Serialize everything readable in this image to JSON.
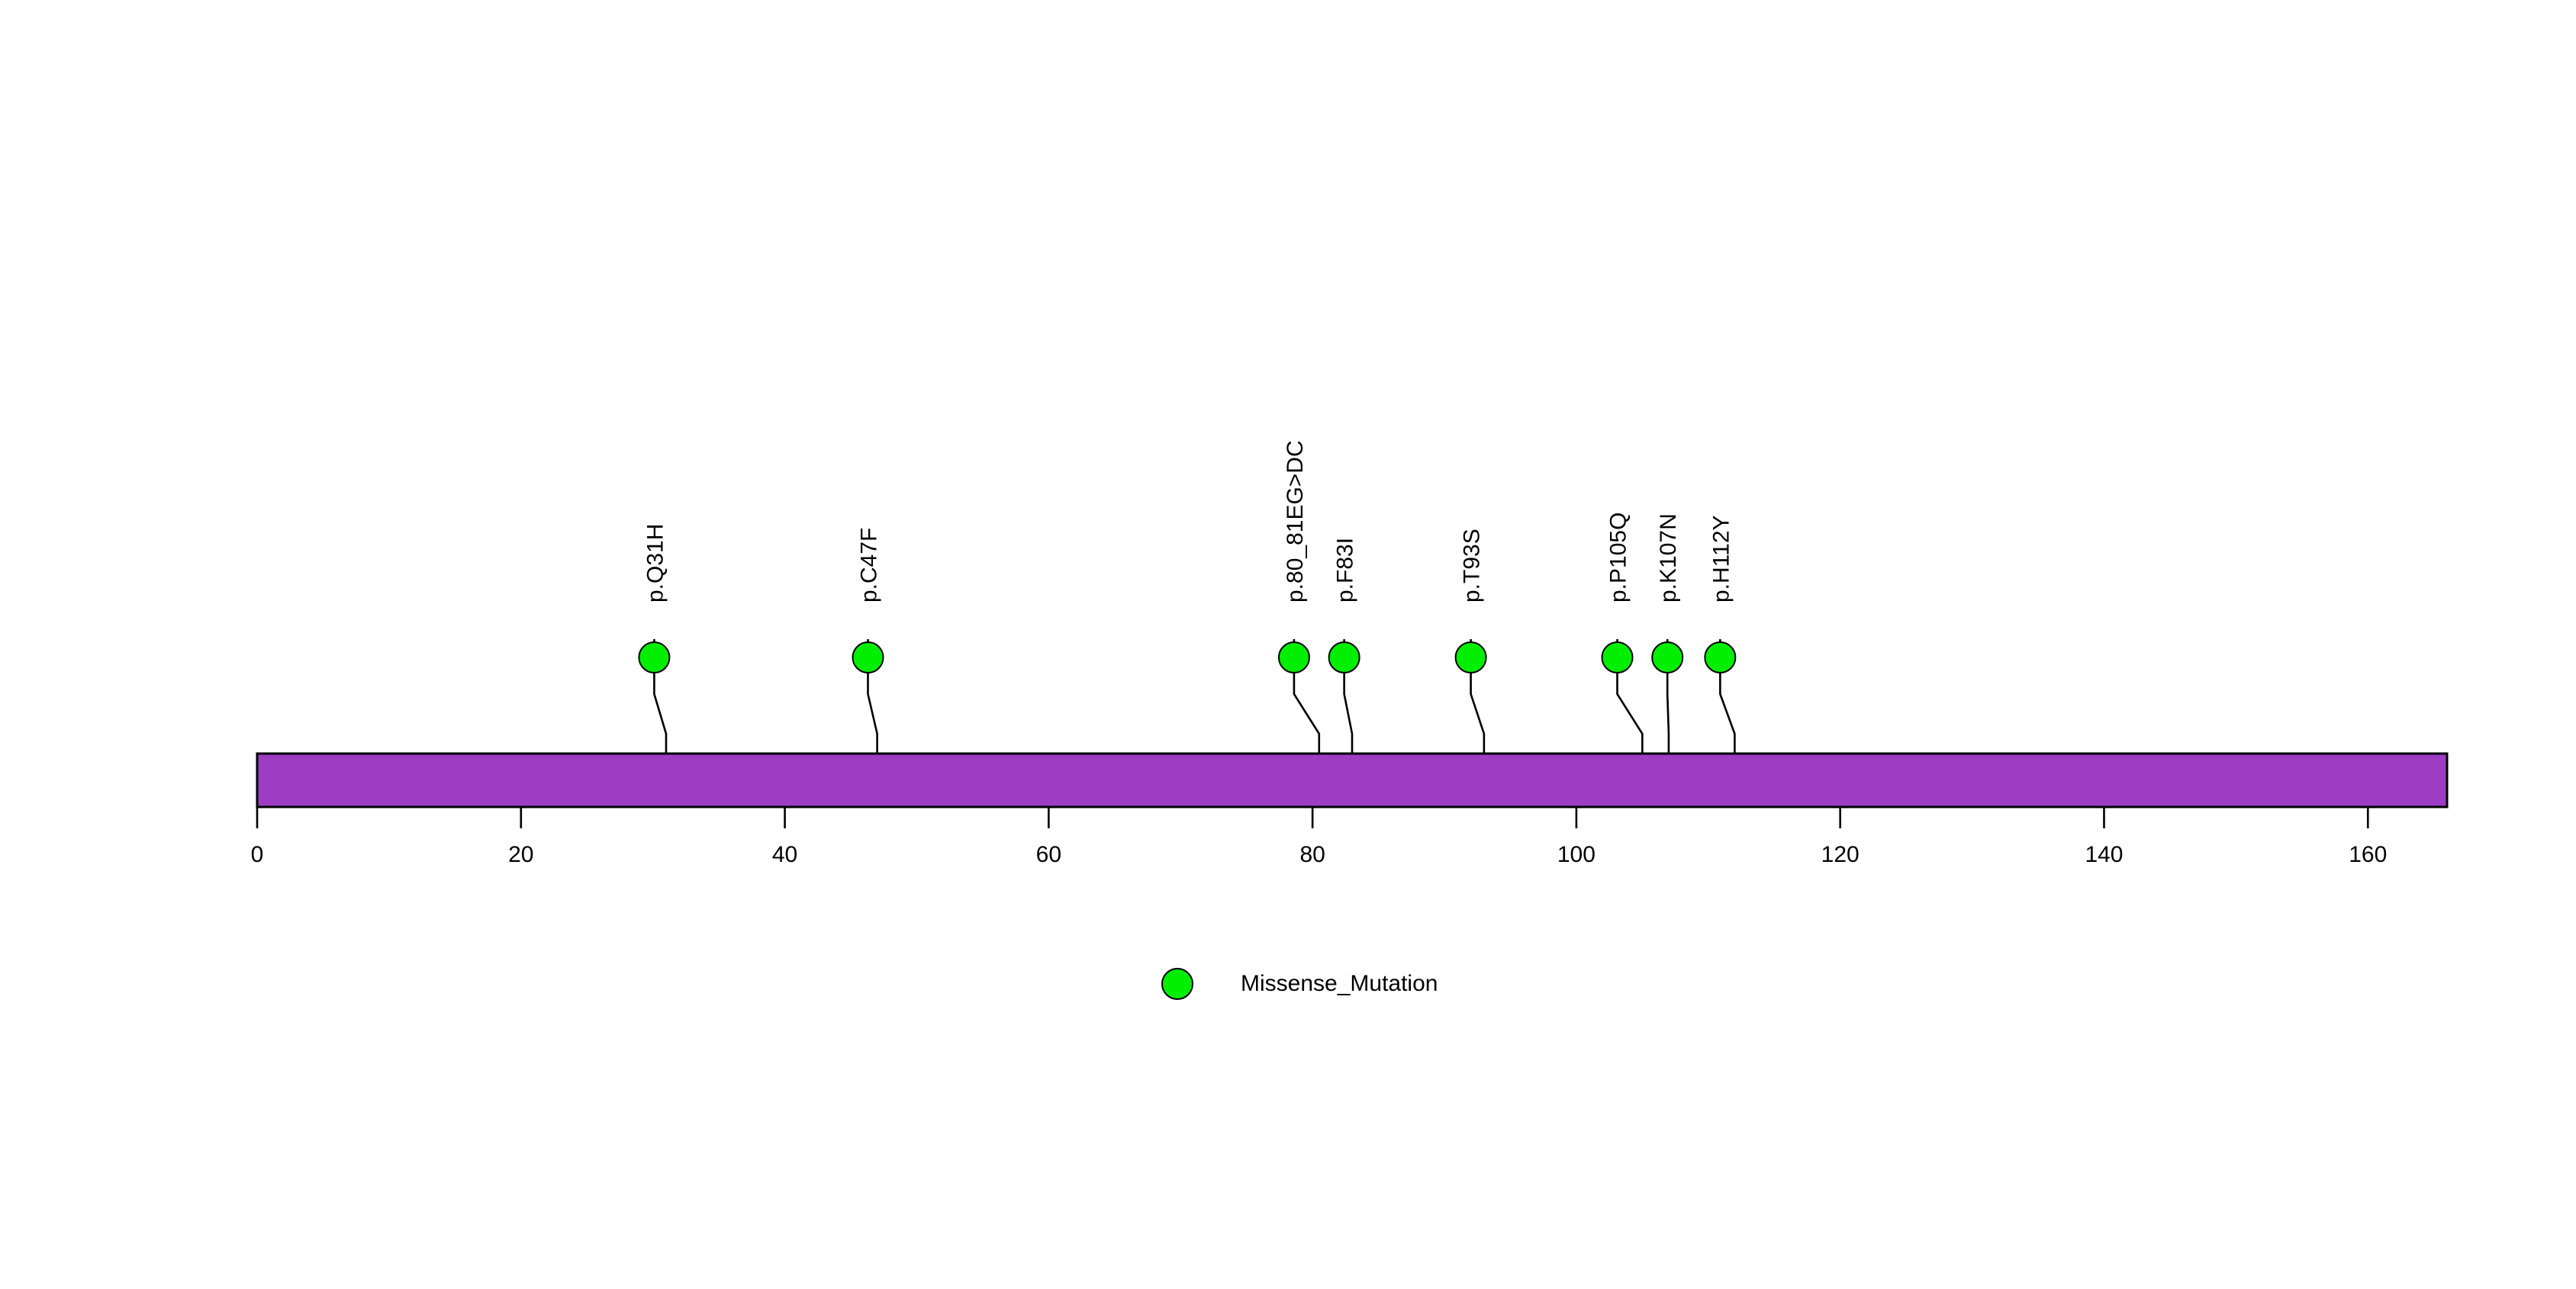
{
  "chart_data": {
    "type": "lollipop",
    "title": "",
    "xlabel": "",
    "ylabel": "",
    "xlim": [
      0,
      166
    ],
    "grid": false,
    "protein": {
      "length": 166,
      "bar_color": "#9C3DC4",
      "bar_border_color": "#000000"
    },
    "axis": {
      "ticks": [
        0,
        20,
        40,
        60,
        80,
        100,
        120,
        140,
        160
      ],
      "tick_labels": [
        "0",
        "20",
        "40",
        "60",
        "80",
        "100",
        "120",
        "140",
        "160"
      ]
    },
    "mutations": [
      {
        "label": "p.Q31H",
        "position": 31,
        "count": 1,
        "type": "Missense_Mutation",
        "color": "#00EE00",
        "dot_position": 30.1
      },
      {
        "label": "p.C47F",
        "position": 47,
        "count": 1,
        "type": "Missense_Mutation",
        "color": "#00EE00",
        "dot_position": 46.3
      },
      {
        "label": "p.80_81EG>DC",
        "position": 80.5,
        "count": 1,
        "type": "Missense_Mutation",
        "color": "#00EE00",
        "dot_position": 78.6
      },
      {
        "label": "p.F83I",
        "position": 83,
        "count": 1,
        "type": "Missense_Mutation",
        "color": "#00EE00",
        "dot_position": 82.4
      },
      {
        "label": "p.T93S",
        "position": 93,
        "count": 1,
        "type": "Missense_Mutation",
        "color": "#00EE00",
        "dot_position": 92.0
      },
      {
        "label": "p.P105Q",
        "position": 105,
        "count": 1,
        "type": "Missense_Mutation",
        "color": "#00EE00",
        "dot_position": 103.1
      },
      {
        "label": "p.K107N",
        "position": 107,
        "count": 1,
        "type": "Missense_Mutation",
        "color": "#00EE00",
        "dot_position": 106.9
      },
      {
        "label": "p.H112Y",
        "position": 112,
        "count": 1,
        "type": "Missense_Mutation",
        "color": "#00EE00",
        "dot_position": 110.9
      }
    ],
    "legend": {
      "position": "bottom",
      "entries": [
        {
          "label": "Missense_Mutation",
          "color": "#00EE00",
          "marker": "circle"
        }
      ]
    }
  },
  "colors": {
    "mutation_green": "#00EE00",
    "protein_purple": "#9C3DC4",
    "stroke_black": "#000000",
    "background": "#FFFFFF"
  }
}
